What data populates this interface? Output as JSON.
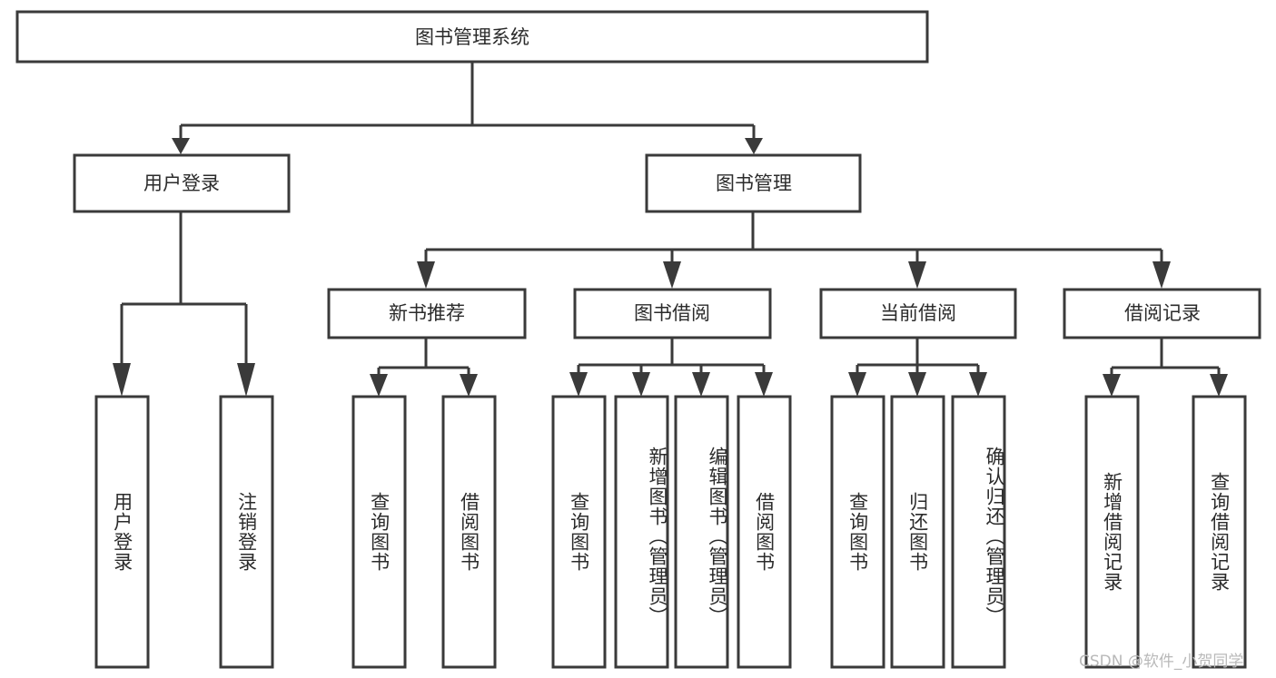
{
  "diagram": {
    "title": "图书管理系统",
    "type": "tree-hierarchy",
    "root": {
      "id": "root",
      "label": "图书管理系统"
    },
    "level1": [
      {
        "id": "user-login",
        "label": "用户登录"
      },
      {
        "id": "book-manage",
        "label": "图书管理"
      }
    ],
    "level2": [
      {
        "id": "new-book-rec",
        "label": "新书推荐",
        "parent": "book-manage"
      },
      {
        "id": "book-borrow",
        "label": "图书借阅",
        "parent": "book-manage"
      },
      {
        "id": "current-borrow",
        "label": "当前借阅",
        "parent": "book-manage"
      },
      {
        "id": "borrow-record",
        "label": "借阅记录",
        "parent": "book-manage"
      }
    ],
    "leaves": {
      "user-login": [
        {
          "id": "leaf-user-login",
          "label": "用户登录"
        },
        {
          "id": "leaf-logout",
          "label": "注销登录"
        }
      ],
      "new-book-rec": [
        {
          "id": "leaf-query-book-1",
          "label": "查询图书"
        },
        {
          "id": "leaf-borrow-book-1",
          "label": "借阅图书"
        }
      ],
      "book-borrow": [
        {
          "id": "leaf-query-book-2",
          "label": "查询图书"
        },
        {
          "id": "leaf-add-book",
          "label": "新增图书（管理员）"
        },
        {
          "id": "leaf-edit-book",
          "label": "编辑图书（管理员）"
        },
        {
          "id": "leaf-borrow-book-2",
          "label": "借阅图书"
        }
      ],
      "current-borrow": [
        {
          "id": "leaf-query-book-3",
          "label": "查询图书"
        },
        {
          "id": "leaf-return-book",
          "label": "归还图书"
        },
        {
          "id": "leaf-confirm-return",
          "label": "确认归还（管理员）"
        }
      ],
      "borrow-record": [
        {
          "id": "leaf-add-record",
          "label": "新增借阅记录"
        },
        {
          "id": "leaf-query-record",
          "label": "查询借阅记录"
        }
      ]
    }
  },
  "watermark": {
    "text": "CSDN @软件_小贺同学"
  },
  "colors": {
    "stroke": "#3a3a3a",
    "fill": "#ffffff",
    "text": "#2b2b2b",
    "watermark": "#b9b9b9"
  }
}
